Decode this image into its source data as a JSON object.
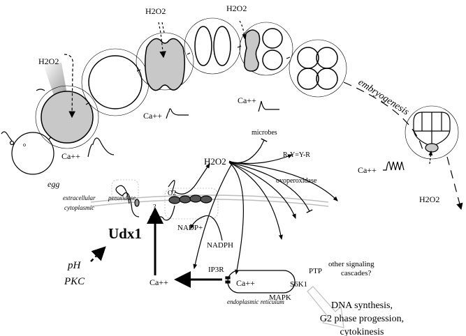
{
  "colors": {
    "cell_fill": "#c8c8c8",
    "membrane": "#bdbdbd",
    "line": "#000000",
    "hollow_arrow": "#c0c0c0"
  },
  "top": {
    "egg_label": "egg",
    "h2o2_1": "H2O2",
    "h2o2_2": "H2O2",
    "h2o2_3": "H2O2",
    "h2o2_4": "H2O2",
    "ca_1": "Ca++",
    "ca_2": "Ca++",
    "ca_3": "Ca++",
    "ca_4": "Ca++",
    "embryogenesis": "embryogenesis"
  },
  "pathway": {
    "h2o2": "H2O2",
    "microbes": "microbes",
    "ryyr": "R-Y=Y-R",
    "ovoperoxidase": "ovoperoxidase",
    "peroxidase": "peroxidase",
    "o2": "O2",
    "extracellular": "extracellular",
    "cytoplasmic": "cytoplasmic",
    "question": "?",
    "udx1": "Udx1",
    "nadp": "NADP+",
    "nadph": "NADPH",
    "mapk": "MAPK",
    "s6k1": "S6K1",
    "ptp": "PTP",
    "other_1": "other signaling",
    "other_2": "cascades?",
    "ph": "pH",
    "pkc": "PKC",
    "ca_cyto": "Ca++",
    "ip3r": "IP3R",
    "ca_er": "Ca++",
    "er_label": "endoplasmic reticulum",
    "outcome_1": "DNA synthesis,",
    "outcome_2": "G2 phase progession,",
    "outcome_3": "cytokinesis"
  }
}
